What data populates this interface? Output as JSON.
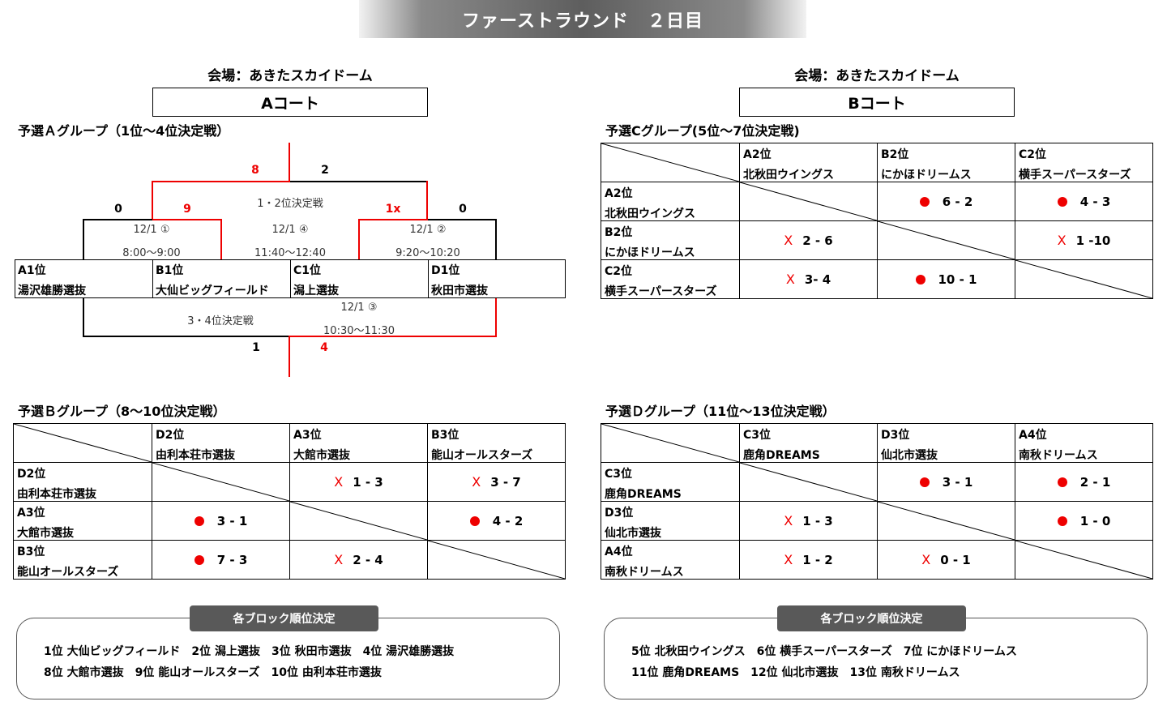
{
  "banner": "ファーストラウンド　２日目",
  "left": {
    "venue": "会場：あきたスカイドーム",
    "court": "Aコート",
    "groupA": {
      "title": "予選Ａグループ（1位～4位決定戦）",
      "final_label": "1・2位決定戦",
      "third_label": "3・4位決定戦",
      "scores": {
        "top_left": "8",
        "top_right": "2",
        "s1_left": "0",
        "s1_right": "9",
        "s2_left": "1x",
        "s2_right": "0",
        "third_left": "1",
        "third_right": "4"
      },
      "games": [
        {
          "date": "12/1 ①",
          "time": "8:00～9:00"
        },
        {
          "date": "12/1 ④",
          "time": "11:40～12:40"
        },
        {
          "date": "12/1 ②",
          "time": "9:20～10:20"
        },
        {
          "date": "12/1 ③",
          "time": "10:30～11:30"
        }
      ],
      "teams": [
        {
          "rank": "A1位",
          "name": "湯沢雄勝選抜"
        },
        {
          "rank": "B1位",
          "name": "大仙ビッグフィールド"
        },
        {
          "rank": "C1位",
          "name": "潟上選抜"
        },
        {
          "rank": "D1位",
          "name": "秋田市選抜"
        }
      ]
    },
    "groupB": {
      "title": "予選Ｂグループ（8～10位決定戦）",
      "teams": [
        {
          "rank": "D2位",
          "name": "由利本荘市選抜"
        },
        {
          "rank": "A3位",
          "name": "大館市選抜"
        },
        {
          "rank": "B3位",
          "name": "能山オールスターズ"
        }
      ],
      "results": [
        [
          null,
          {
            "mark": "x",
            "score": "1 - 3"
          },
          {
            "mark": "x",
            "score": "3 - 7"
          }
        ],
        [
          {
            "mark": "o",
            "score": "3 - 1"
          },
          null,
          {
            "mark": "o",
            "score": "4 - 2"
          }
        ],
        [
          {
            "mark": "o",
            "score": "7 - 3"
          },
          {
            "mark": "x",
            "score": "2 - 4"
          },
          null
        ]
      ]
    },
    "ranking": {
      "label": "各ブロック順位決定",
      "line1": "1位 大仙ビッグフィールド　2位 潟上選抜　3位 秋田市選抜　4位 湯沢雄勝選抜",
      "line2": "8位 大館市選抜　9位 能山オールスターズ　10位 由利本荘市選抜"
    }
  },
  "right": {
    "venue": "会場：あきたスカイドーム",
    "court": "Bコート",
    "groupC": {
      "title": "予選Cグループ(5位～7位決定戦)",
      "teams": [
        {
          "rank": "A2位",
          "name": "北秋田ウイングス"
        },
        {
          "rank": "B2位",
          "name": "にかほドリームス"
        },
        {
          "rank": "C2位",
          "name": "横手スーパースターズ"
        }
      ],
      "results": [
        [
          null,
          {
            "mark": "o",
            "score": "6 - 2"
          },
          {
            "mark": "o",
            "score": "4 - 3"
          }
        ],
        [
          {
            "mark": "x",
            "score": "2 - 6"
          },
          null,
          {
            "mark": "x",
            "score": "1 -10"
          }
        ],
        [
          {
            "mark": "x",
            "score": "3- 4"
          },
          {
            "mark": "o",
            "score": "10 - 1"
          },
          null
        ]
      ]
    },
    "groupD": {
      "title": "予選Ｄグループ（11位～13位決定戦）",
      "teams": [
        {
          "rank": "C3位",
          "name": "鹿角DREAMS"
        },
        {
          "rank": "D3位",
          "name": "仙北市選抜"
        },
        {
          "rank": "A4位",
          "name": "南秋ドリームス"
        }
      ],
      "results": [
        [
          null,
          {
            "mark": "o",
            "score": "3 - 1"
          },
          {
            "mark": "o",
            "score": "2 - 1"
          }
        ],
        [
          {
            "mark": "x",
            "score": "1 - 3"
          },
          null,
          {
            "mark": "o",
            "score": "1 - 0"
          }
        ],
        [
          {
            "mark": "x",
            "score": "1 - 2"
          },
          {
            "mark": "x",
            "score": "0 - 1"
          },
          null
        ]
      ]
    },
    "ranking": {
      "label": "各ブロック順位決定",
      "line1": "5位 北秋田ウイングス　6位 横手スーパースターズ　7位 にかほドリームス",
      "line2": "11位 鹿角DREAMS　12位 仙北市選抜　13位 南秋ドリームス"
    }
  }
}
